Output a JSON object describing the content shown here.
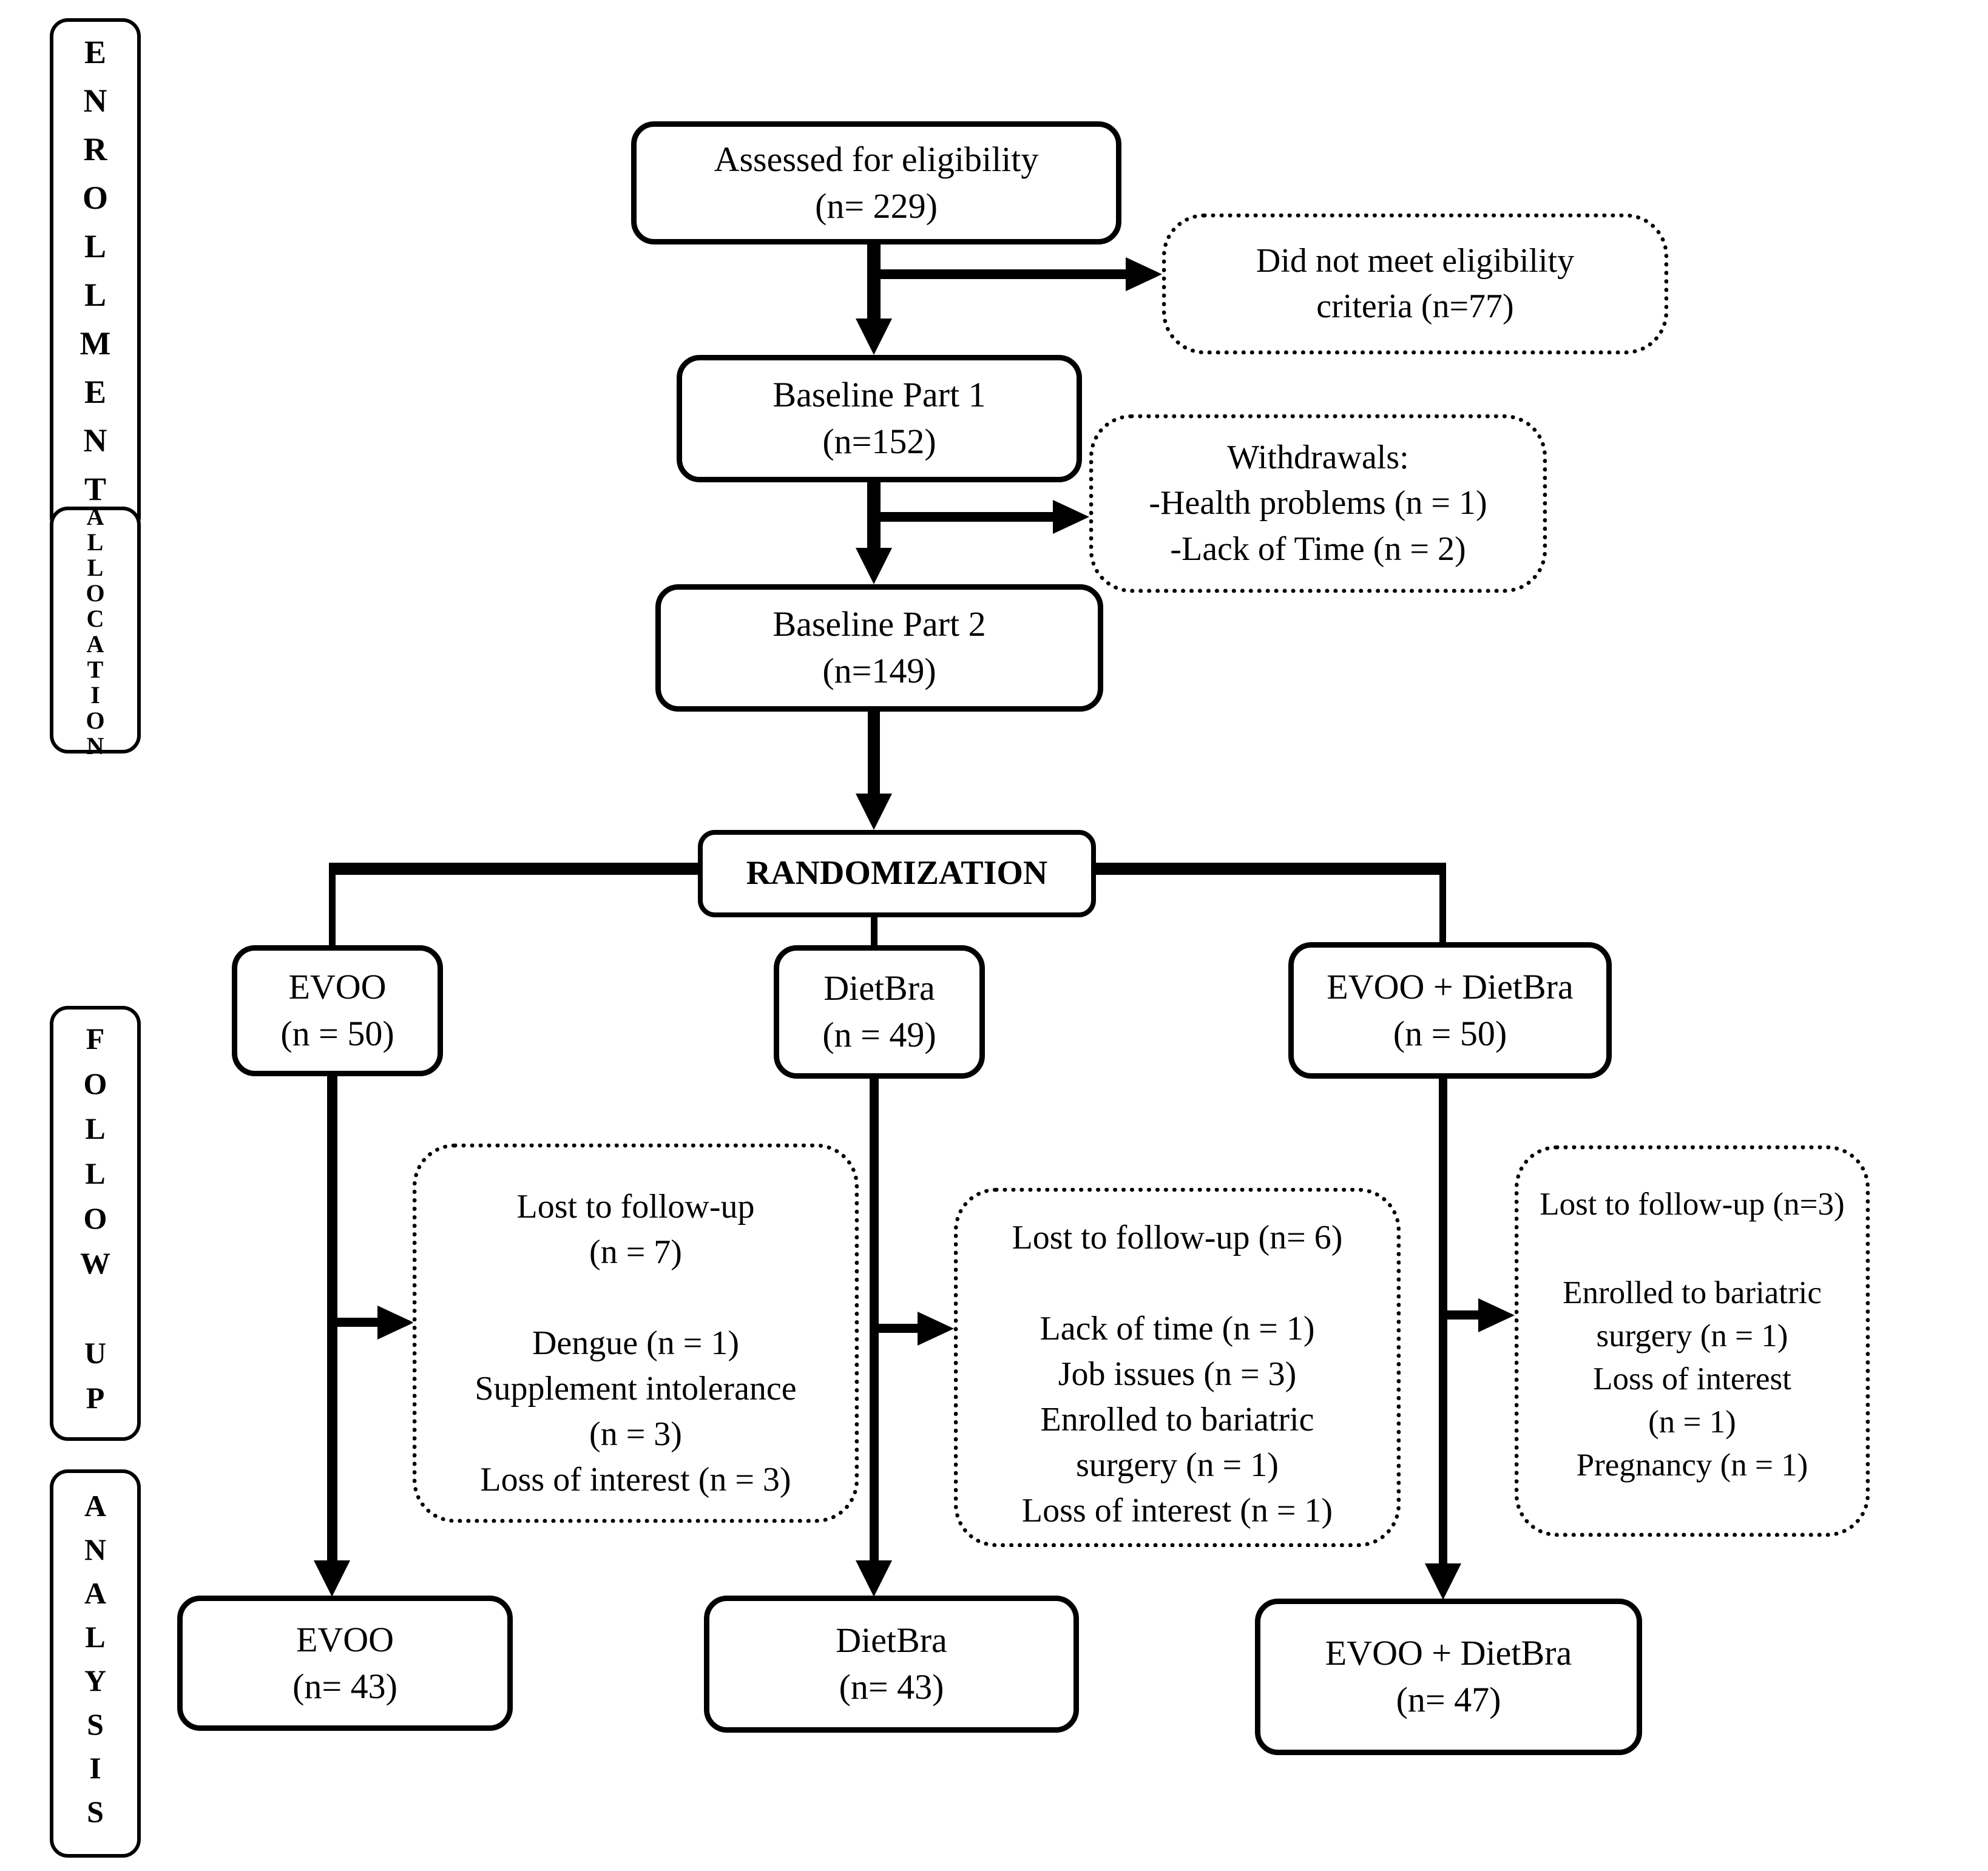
{
  "diagram": {
    "colors": {
      "ink": "#000000",
      "background": "#ffffff"
    },
    "stages": [
      {
        "label": "ENROLLMENT"
      },
      {
        "label": "ALLOCATION"
      },
      {
        "label": "FOLLOW UP"
      },
      {
        "label": "ANALYSIS"
      }
    ],
    "boxes": {
      "assessed": {
        "lines": [
          "Assessed for eligibility",
          "(n= 229)"
        ]
      },
      "not_eligible": {
        "lines": [
          "Did not meet eligibility",
          "criteria (n=77)"
        ]
      },
      "baseline1": {
        "lines": [
          "Baseline Part 1",
          "(n=152)"
        ]
      },
      "withdrawals": {
        "lines": [
          "Withdrawals:",
          "-Health problems (n = 1)",
          "-Lack of Time (n = 2)"
        ]
      },
      "baseline2": {
        "lines": [
          "Baseline Part 2",
          "(n=149)"
        ]
      },
      "randomization": {
        "label": "RANDOMIZATION"
      },
      "arm_evoo": {
        "lines": [
          "EVOO",
          "(n = 50)"
        ]
      },
      "arm_dietbra": {
        "lines": [
          "DietBra",
          "(n = 49)"
        ]
      },
      "arm_both": {
        "lines": [
          "EVOO + DietBra",
          "(n = 50)"
        ]
      },
      "fu_left": {
        "title": [
          "Lost to follow-up",
          "(n = 7)"
        ],
        "reasons": [
          "Dengue (n = 1)",
          "Supplement intolerance",
          "(n = 3)",
          "Loss of interest (n = 3)"
        ]
      },
      "fu_mid": {
        "title": [
          "Lost to follow-up (n= 6)"
        ],
        "reasons": [
          "Lack of time (n = 1)",
          "Job issues (n = 3)",
          "Enrolled to bariatric",
          "surgery (n = 1)",
          "Loss of interest (n = 1)"
        ]
      },
      "fu_right": {
        "title": [
          "Lost to follow-up (n=3)"
        ],
        "reasons": [
          "Enrolled to bariatric",
          "surgery (n = 1)",
          "Loss of interest",
          "(n = 1)",
          "Pregnancy (n = 1)"
        ]
      },
      "an_evoo": {
        "lines": [
          "EVOO",
          "(n= 43)"
        ]
      },
      "an_dietbra": {
        "lines": [
          "DietBra",
          "(n= 43)"
        ]
      },
      "an_both": {
        "lines": [
          "EVOO + DietBra",
          "(n= 47)"
        ]
      }
    }
  }
}
